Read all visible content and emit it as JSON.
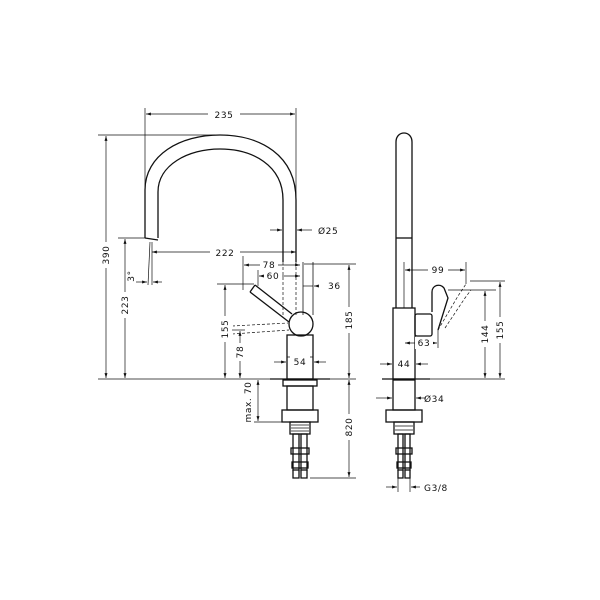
{
  "front_view": {
    "dim_width_top": "235",
    "dim_height_total": "390",
    "dim_height_spout": "223",
    "dim_reach": "222",
    "dim_spout_diameter": "Ø25",
    "dim_angle": "3°",
    "dim_handle_78": "78",
    "dim_handle_60": "60",
    "dim_36": "36",
    "dim_185": "185",
    "dim_155": "155",
    "dim_78_low": "78",
    "dim_54": "54",
    "dim_max_70": "max. 70",
    "dim_820": "820"
  },
  "side_view": {
    "dim_99": "99",
    "dim_144": "144",
    "dim_155": "155",
    "dim_63": "63",
    "dim_44": "44",
    "dim_base_diameter": "Ø34",
    "dim_thread": "G3/8"
  }
}
